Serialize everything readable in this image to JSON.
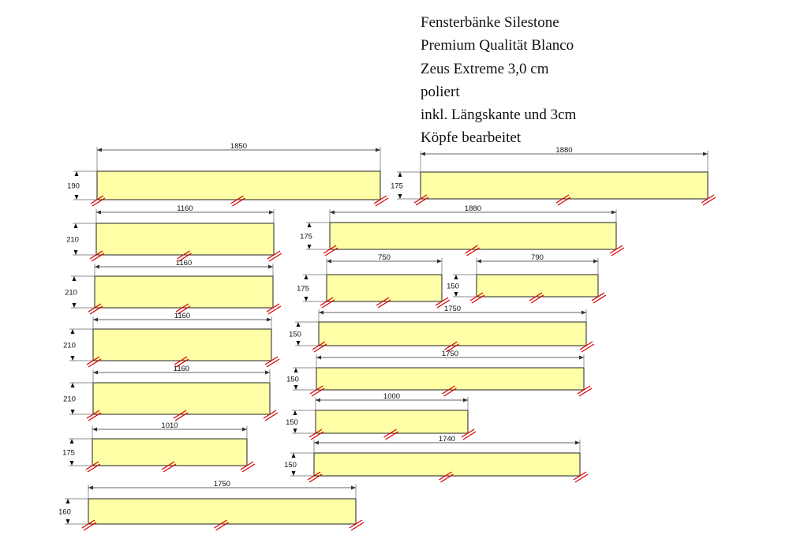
{
  "title_lines": [
    "Fensterbänke Silestone",
    "Premium Qualität Blanco",
    "Zeus Extreme 3,0 cm",
    "poliert",
    "inkl. Längskante und 3cm",
    "Köpfe bearbeitet"
  ],
  "colors": {
    "plate_fill": "#ffffa8",
    "edge_mark": "#d40000"
  },
  "pieces": [
    {
      "length": "1850",
      "depth": "190"
    },
    {
      "length": "1880",
      "depth": "175"
    },
    {
      "length": "1160",
      "depth": "210"
    },
    {
      "length": "1880",
      "depth": "175"
    },
    {
      "length": "1160",
      "depth": "210"
    },
    {
      "length": "750",
      "depth": "175"
    },
    {
      "length": "790",
      "depth": "150"
    },
    {
      "length": "1160",
      "depth": "210"
    },
    {
      "length": "1750",
      "depth": "150"
    },
    {
      "length": "1160",
      "depth": "210"
    },
    {
      "length": "1750",
      "depth": "150"
    },
    {
      "length": "1000",
      "depth": "150"
    },
    {
      "length": "1010",
      "depth": "175"
    },
    {
      "length": "1740",
      "depth": "150"
    },
    {
      "length": "1750",
      "depth": "160"
    }
  ]
}
